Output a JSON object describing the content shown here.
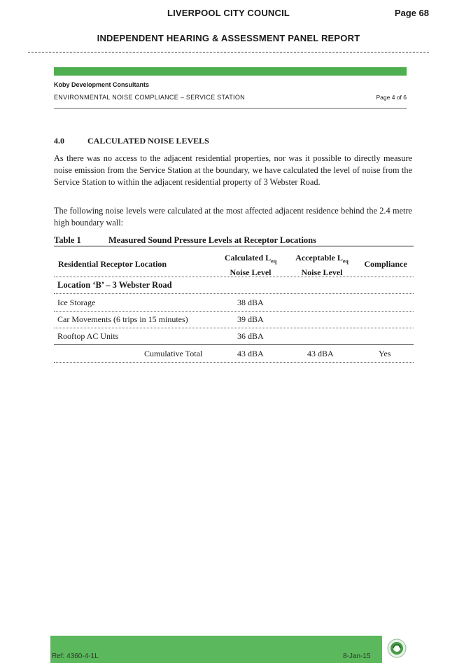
{
  "header": {
    "council": "LIVERPOOL CITY COUNCIL",
    "page": "Page 68",
    "report": "INDEPENDENT HEARING & ASSESSMENT PANEL REPORT"
  },
  "inner_header": {
    "company": "Koby Development Consultants",
    "subtitle": "ENVIRONMENTAL NOISE COMPLIANCE – SERVICE STATION",
    "page": "Page 4 of 6"
  },
  "section": {
    "number": "4.0",
    "title": "CALCULATED NOISE LEVELS",
    "paragraph1": "As there was no access to the adjacent residential properties, nor was it possible to directly measure noise emission from the Service Station at the boundary, we have calculated the level of noise from the Service Station to within the adjacent residential property of 3 Webster Road.",
    "paragraph2": "The following noise levels were calculated at the most affected adjacent residence behind the 2.4 metre high boundary wall:"
  },
  "table": {
    "number": "Table 1",
    "title": "Measured Sound Pressure Levels at Receptor Locations",
    "headers": {
      "location": "Residential Receptor Location",
      "calc_prefix": "Calculated L",
      "calc_sub": "eq",
      "calc_line2": "Noise Level",
      "acc_prefix": "Acceptable L",
      "acc_sub": "eq",
      "acc_line2": "Noise Level",
      "compliance": "Compliance"
    },
    "location_heading": "Location ‘B’ – 3 Webster Road",
    "rows": [
      {
        "source": "Ice Storage",
        "calculated": "38 dBA"
      },
      {
        "source": "Car Movements (6 trips in 15 minutes)",
        "calculated": "39 dBA"
      },
      {
        "source": "Rooftop AC Units",
        "calculated": "36 dBA"
      }
    ],
    "total": {
      "label": "Cumulative Total",
      "calculated": "43 dBA",
      "acceptable": "43 dBA",
      "compliance": "Yes"
    }
  },
  "footer": {
    "ref": "Ref: 4360-4-1L",
    "date": "8-Jan-15",
    "logo_icon": "circular-green-logo-icon",
    "bar_color": "#5cb85c"
  }
}
